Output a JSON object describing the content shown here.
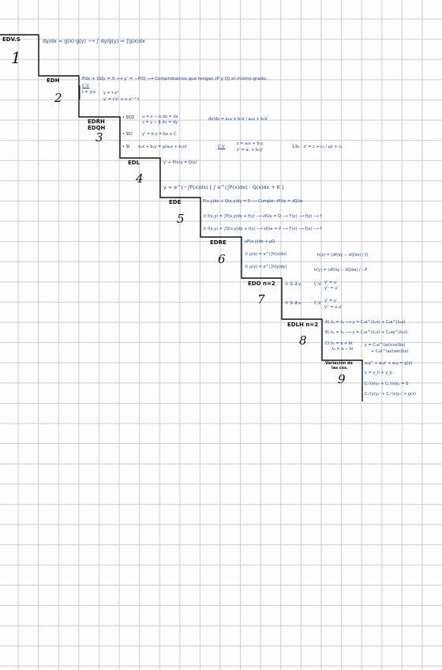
{
  "steps": [
    {
      "label": "EDV.S",
      "number": "1"
    },
    {
      "label": "EDH",
      "number": "2"
    },
    {
      "label_line1": "EDRH",
      "label_line2": "EDQH",
      "number": "3"
    },
    {
      "label": "EDL",
      "number": "4"
    },
    {
      "label": "EDE",
      "number": "5"
    },
    {
      "label": "EDRE",
      "number": "6"
    },
    {
      "label": "EDO n=2",
      "number": "7"
    },
    {
      "label": "EDLH n=2",
      "number": "8"
    },
    {
      "label_line1": "Variación de",
      "label_line2": "las cxs.",
      "number": "9"
    }
  ],
  "notes": {
    "s1": "dy/dx = g(x)·g(y) ⟶ ∫ dy/g(y) = ∫g(x)dx",
    "s2_line1": "Pdx + Qdy = 0 ⟶ y' = −P/Q ⟶ Comprobamos que tengan (P y Q) el mismo grado.",
    "s2_cv": "C.V.",
    "s2_cv1": "t = y/x",
    "s2_cv2": "y = t·x⁰",
    "s2_cv3": "y' = t'xⁿ + n xⁿ⁻¹ t",
    "s3_scd_tag": "• SCD",
    "s3_scd1": "u = x − α   du = dx",
    "s3_scd2": "v = y − β   dv = dy",
    "s3_scd3": "dv/du = a₁u + b₁V / a₂u + b₂V",
    "s3_sci_tag": "• SCI",
    "s3_sci": "y' = b   y = bx + C",
    "s3_si_tag": "• SI",
    "s3_si": "a₁x + b₁y = μ(a₂x + b₂y)",
    "s3_cv": "C.V.",
    "s3_cv1": "z = a₁x + b₁y",
    "s3_cv2": "z' = a₁ + b₁y'",
    "s3_right": "1/b₁ · z' = z + c₁ / μz + c₂",
    "s4_eq1": "y' + P(x)y = Q(x)",
    "s4_eq2": "y = e^(−∫P(x)dx) [ ∫ e^(∫P(x)dx) · Q(x)dx + K ]",
    "s5_eq1": "P(x,y)dx + Q(x,y)dy = 0 ⟶ Cumple: ∂P/∂y = ∂Q/∂x",
    "s5_eq2": "① f(x,y) = ∫P(x,y)dx + f(y) ⟶ ∂f/∂y = Q ⟶ f'(y) ⟶ f(y) ⟶ f",
    "s5_eq3": "② f(x,y) = ∫Q(x,y)dy + f(x) ⟶ ∂f/∂x = P ⟶ f'(x) ⟶ f(x) ⟶ f",
    "s6_eq1": "μP(x,y)dx + μQ",
    "s6_eq2": "① μ(x) = e^(∫h(x)dx)",
    "s6_eq2b": "h(x) = (∂P/∂y − ∂Q/∂x) / Q",
    "s6_eq3": "② μ(y) = e^(∫h(y)dy)",
    "s6_eq3b": "h(y) = (∂P/∂y − ∂Q/∂x) / −P",
    "s7_eq1": "① Si ∄ y:",
    "s7_cv1": "C.V.",
    "s7_eq1a": "y' = u",
    "s7_eq1b": "y'' = u'",
    "s7_eq2": "② Si ∄ x:",
    "s7_cv2": "C.V.",
    "s7_eq2a": "y' = u",
    "s7_eq2b": "y'' = u u'",
    "s8_a": "A) λ₁ ≠ λ₂ ⟶ y = C₁e^(λ₁x) + C₂e^(λ₂x)",
    "s8_b": "B) λ₁ = λ₂ ⟶ y = C₁e^(λ₁x) + C₂xe^(λ₂x)",
    "s8_c1": "C) λ₁ = a + bi",
    "s8_c2": "λ₂ = a − bi",
    "s8_c3": "y = C₁e^(ax)cos(bx)",
    "s8_c4": "+ C₂e^(ax)sen(bx)",
    "s9_eq1": "a₀y'' + a₁y' + a₂y = g(x)",
    "s9_eq2": "y = y_h + y_p",
    "s9_eq3": "C₁'(x)y₁ + C₂'(x)y₂ = 0",
    "s9_eq4": "C₁'(x)y₁' + C₂'(x)y₂' = g(x)"
  }
}
